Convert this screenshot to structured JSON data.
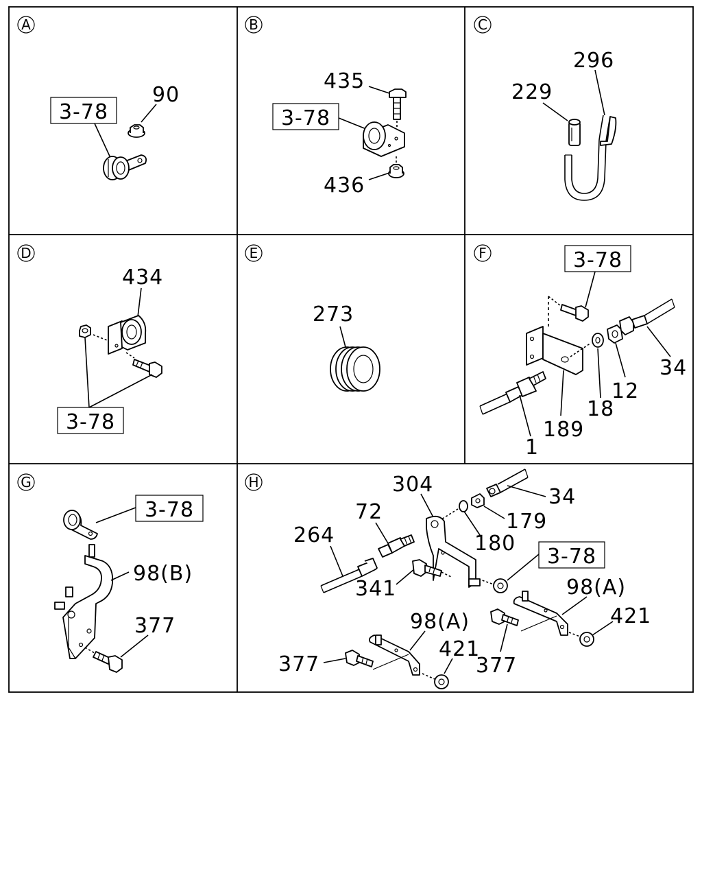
{
  "panels": {
    "A": {
      "badge": "A",
      "ref": "3-78",
      "parts": [
        "90"
      ]
    },
    "B": {
      "badge": "B",
      "ref": "3-78",
      "parts": [
        "435",
        "436"
      ]
    },
    "C": {
      "badge": "C",
      "parts": [
        "296",
        "229"
      ]
    },
    "D": {
      "badge": "D",
      "ref": "3-78",
      "parts": [
        "434"
      ]
    },
    "E": {
      "badge": "E",
      "parts": [
        "273"
      ]
    },
    "F": {
      "badge": "F",
      "ref": "3-78",
      "parts": [
        "34",
        "12",
        "18",
        "189",
        "1"
      ]
    },
    "G": {
      "badge": "G",
      "ref": "3-78",
      "parts": [
        "98(B)",
        "377"
      ]
    },
    "H": {
      "badge": "H",
      "ref": "3-78",
      "parts": [
        "304",
        "34",
        "72",
        "179",
        "264",
        "180",
        "341",
        "98(A)",
        "421",
        "98(A)",
        "421",
        "377",
        "377"
      ]
    }
  }
}
